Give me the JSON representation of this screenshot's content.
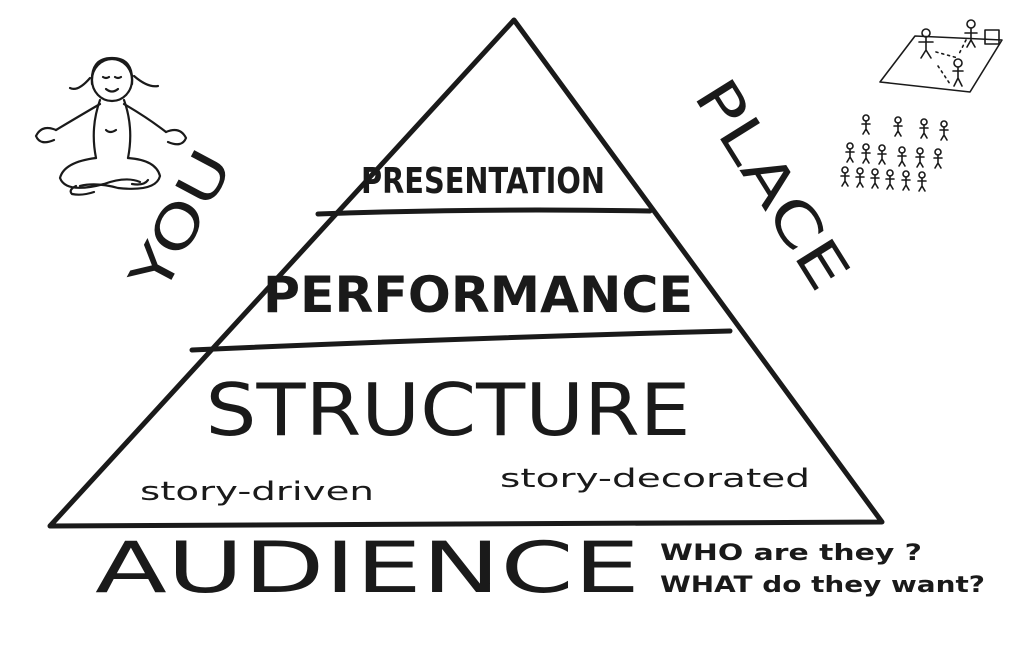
{
  "pyramid": {
    "levels": {
      "presentation": "PRESENTATION",
      "performance": "PERFORMANCE",
      "structure": "STRUCTURE"
    },
    "structure_notes": {
      "left": "story-driven",
      "right": "story-decorated"
    },
    "left_side_label": "YOU",
    "right_side_label": "PLACE"
  },
  "base": {
    "label": "AUDIENCE",
    "questions": [
      "WHO are they ?",
      "WHAT do they want?"
    ]
  },
  "illustrations": {
    "meditating_person": "meditating-figure-icon",
    "audience_and_stage": "audience-stage-icon"
  }
}
